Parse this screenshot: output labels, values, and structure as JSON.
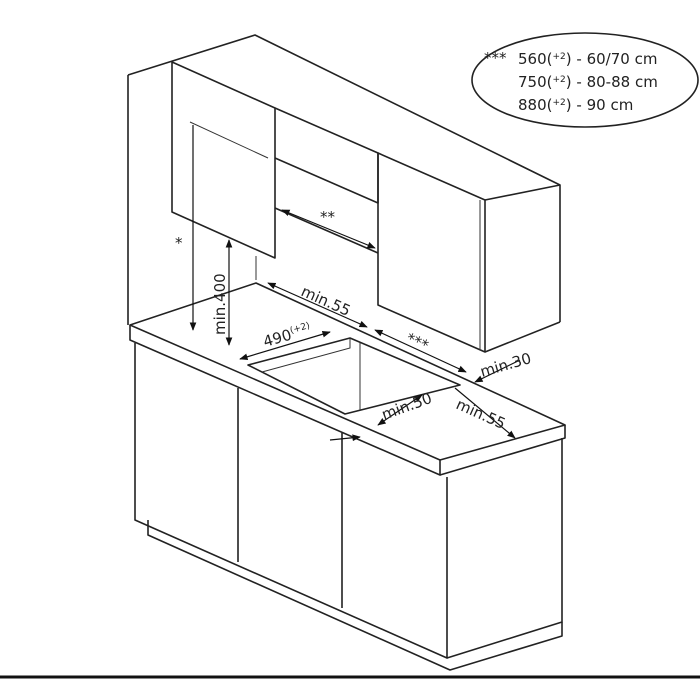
{
  "legend": {
    "marker": "***",
    "rows": [
      {
        "size": "560",
        "tolerance": "+2",
        "range": "60/70 cm"
      },
      {
        "size": "750",
        "tolerance": "+2",
        "range": "80-88 cm"
      },
      {
        "size": "880",
        "tolerance": "+2",
        "range": "90 cm"
      }
    ]
  },
  "dimensions": {
    "upper_height": "*",
    "hood_depth": "**",
    "min_400": "min.400",
    "min_55_back": "min.55",
    "width_marker": "***",
    "cutout": "490",
    "cutout_tol": "(+2)",
    "min_30": "min.30",
    "min_50": "min.50",
    "min_55_front": "min.55"
  }
}
